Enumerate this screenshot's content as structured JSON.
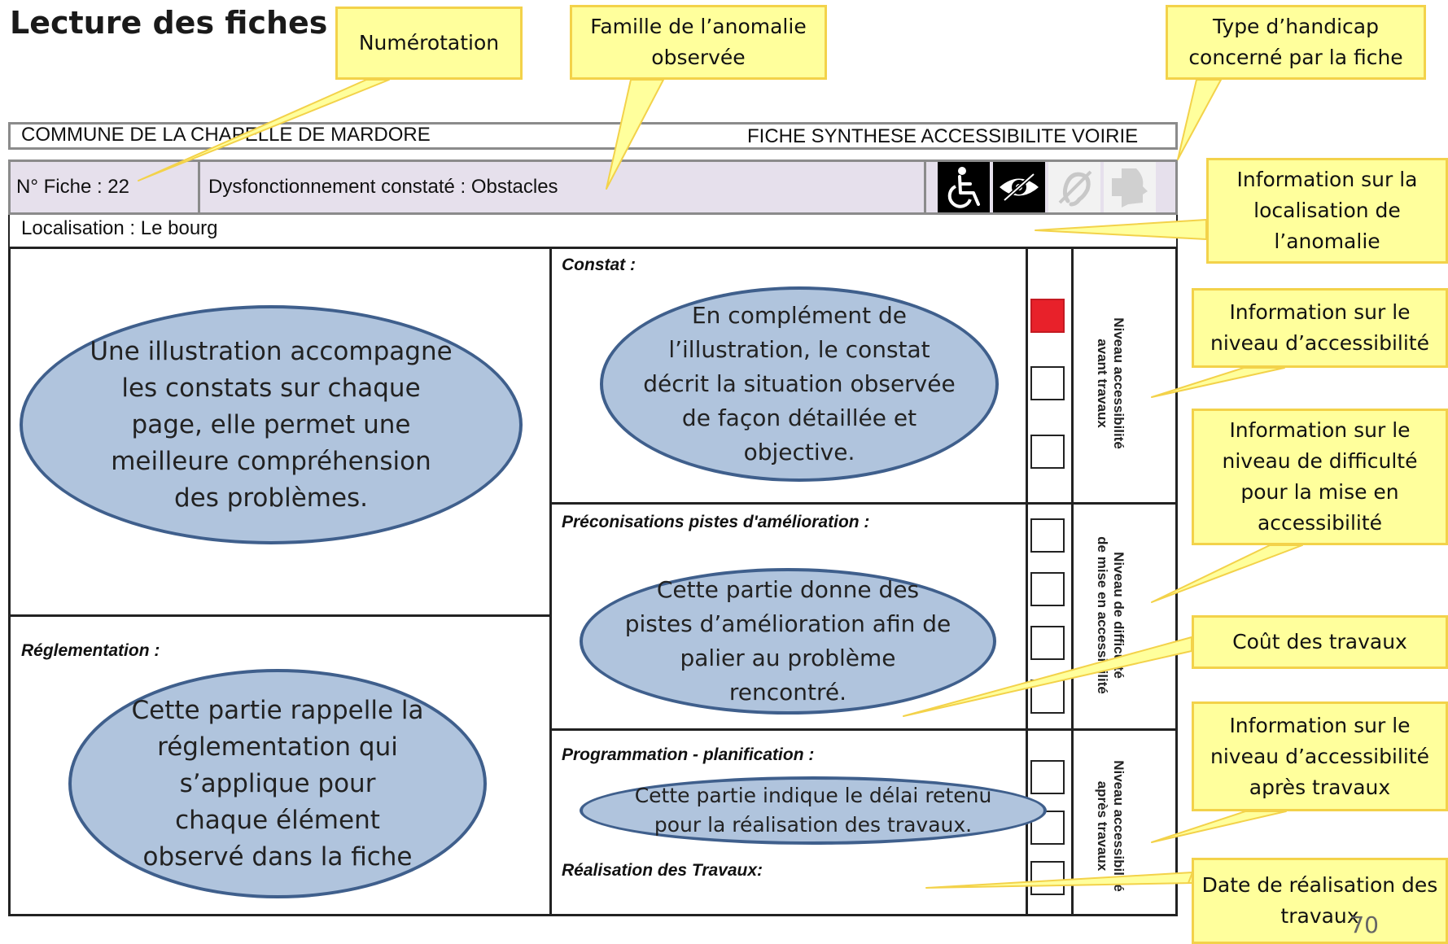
{
  "title": "Lecture des fiches",
  "form": {
    "commune": "COMMUNE DE LA CHAPELLE DE MARDORE",
    "fiche_type": "FICHE SYNTHESE ACCESSIBILITE VOIRIE",
    "fiche_num": "N° Fiche : 22",
    "dysfonctionnement": "Dysfonctionnement constaté : Obstacles",
    "localisation": "Localisation : Le bourg",
    "constat_label": "Constat :",
    "preconisations_label": "Préconisations pistes d'amélioration :",
    "programmation_label": "Programmation - planification :",
    "realisation_label": "Réalisation des Travaux:",
    "reglementation_label": "Réglementation :",
    "side_labels": {
      "avant": [
        "Niveau accessibilité",
        "avant travaux"
      ],
      "difficulte": [
        "Niveau de difficulté",
        "de mise en accessibilité"
      ],
      "apres": [
        "Niveau accessibilité",
        "après travaux"
      ]
    },
    "handicap_icons": [
      "wheelchair-icon",
      "eye-icon",
      "ear-icon",
      "speech-icon"
    ],
    "accent_color": "#e8212a"
  },
  "callouts": {
    "numerotation": "Numérotation",
    "famille": [
      "Famille de l’anomalie",
      "observée"
    ],
    "type_handicap": [
      "Type d’handicap",
      "concerné par la fiche"
    ],
    "localisation": [
      "Information sur la",
      "localisation de",
      "l’anomalie"
    ],
    "niveau_access": [
      "Information sur le",
      "niveau d’accessibilité"
    ],
    "difficulte": [
      "Information sur le",
      "niveau de difficulté",
      "pour la mise en",
      "accessibilité"
    ],
    "cout": "Coût des travaux",
    "apres": [
      "Information sur le",
      "niveau d’accessibilité",
      "après travaux"
    ],
    "date": [
      "Date de réalisation des",
      "travaux"
    ]
  },
  "ellipses": {
    "illustration": [
      "Une illustration accompagne",
      "les constats sur chaque",
      "page, elle permet une",
      "meilleure compréhension",
      "des problèmes."
    ],
    "constat": [
      "En complément de",
      "l’illustration, le constat",
      "décrit la situation observée",
      "de façon détaillée et",
      "objective."
    ],
    "pistes": [
      "Cette partie donne des",
      "pistes d’amélioration afin de",
      "palier au problème",
      "rencontré."
    ],
    "reglementation": [
      "Cette partie rappelle la",
      "réglementation qui",
      "s’applique pour",
      "chaque élément",
      "observé dans la fiche"
    ],
    "delai": [
      "Cette partie indique le délai retenu",
      "pour la réalisation des travaux."
    ]
  },
  "page_number": "70"
}
